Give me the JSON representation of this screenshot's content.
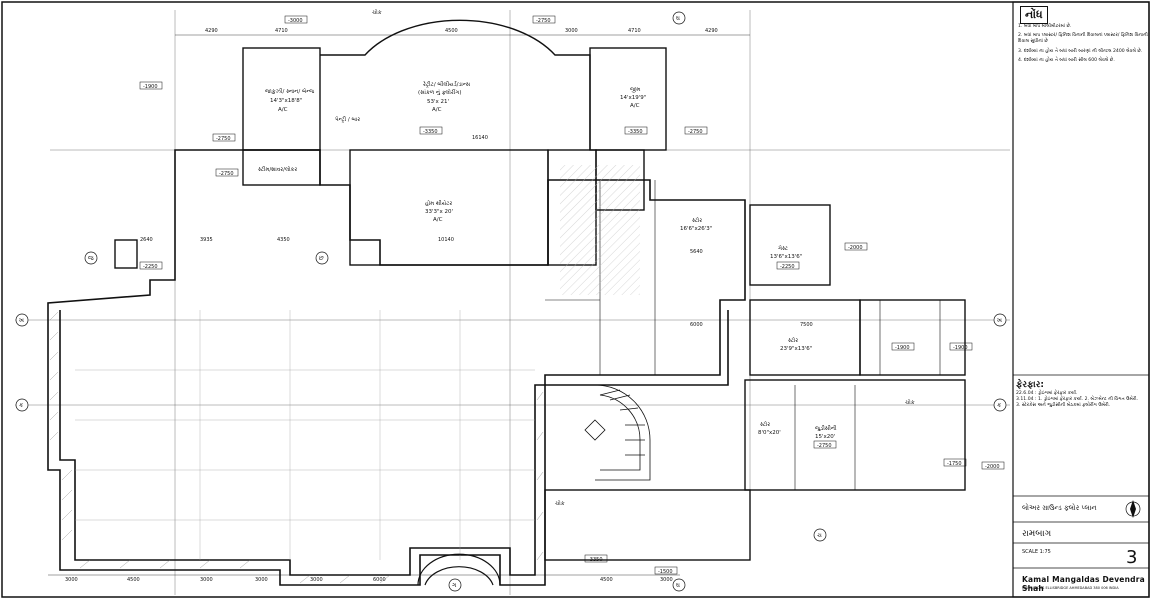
{
  "notes": {
    "title": "નોંધ",
    "items": [
      "1.  બધાં માપ મીલીમીટરમાં છે.",
      "2.  બધાં માપ પ્લાસ્ટર/ ફિનિશ વિનાની દિવાલનાં પ્લાસ્ટર/ ફિનિશ વિનાની દિવાલ સુધીનાં છે",
      "3.  દર્શાવ્યાં ના હોય તે બધાં બારી બારણાં ની લીન્ટલ 2400 લેવલે છે.",
      "4.  દર્શાવ્યાં ના હોય તે બધાં બારી સીલ 600 લેવલે છે."
    ]
  },
  "revisions": {
    "title": "ફેરફાર:",
    "items": [
      "22.6.04 : ડ્રોઇંગમાં ફેરફાર કર્યા.",
      "3.11.04 : 1. ડ્રોઇંગમાં ફેરફાર કર્યા. 2. બેઝમેન્ટ ની વિગત ઉમેરી.",
      "3. સ્ટેરકેસ અને જુડીસીની બેઠકમાં ફ્લોરીંગ ઉમેરી."
    ]
  },
  "title_block": {
    "sheet_title": "લોઅર ગ્રાઉન્ડ ફ્લોર પ્લાન",
    "project": "રામબાગ",
    "scale": "SCALE  1:75",
    "sheet_no": "3",
    "firm": "Kamal Mangaldas   Devendra Shah",
    "firm_sub": "MANGALDAS            ELLISBRIDGE                AHMEDABAD                   380 006                   INDIA"
  },
  "plan": {
    "rooms": [
      {
        "label": "ચોક",
        "ref": "top-court"
      },
      {
        "label": "જાકુઝી/ સ્નાન/ બેન્જ",
        "dim": "14'3\"x18'8\"",
        "ac": "A/C",
        "ref": "jacuzzi"
      },
      {
        "label": "રેટ્રીટ/ બીલીયર્ડ/ડાન્સ",
        "sub": "(સાંકળ નું ફ્લોરીંગ)",
        "dim": "53'x 21'",
        "ac": "A/C",
        "ref": "retreat"
      },
      {
        "label": "જીમ",
        "dim": "14'x19'9\"",
        "ac": "A/C",
        "ref": "gym"
      },
      {
        "label": "પેન્ટ્રી / બાર",
        "ref": "pantry"
      },
      {
        "label": "સ્ટીમ/શાવર/લોકર",
        "ref": "steam"
      },
      {
        "label": "હોમ થીયેટર",
        "dim": "33'3\"x 20'",
        "ac": "A/C",
        "ref": "theater"
      },
      {
        "label": "સ્ટોર",
        "dim": "16'6\"x26'3\"",
        "ref": "store-mid"
      },
      {
        "label": "ગેસ્ટ",
        "dim": "13'6\"x13'6\"",
        "ref": "guest"
      },
      {
        "label": "સ્ટોર",
        "dim": "23'9\"x13'6\"",
        "ref": "store-right"
      },
      {
        "label": "ચોક",
        "ref": "right-court"
      },
      {
        "label": "સ્ટોર",
        "dim": "8'0\"x20'",
        "ref": "store-low"
      },
      {
        "label": "જુડીસીની",
        "dim": "15'x20'",
        "ref": "judicial"
      },
      {
        "label": "ચોક",
        "ref": "bottom-court"
      }
    ],
    "levels": [
      "-3000",
      "-2750",
      "-1900",
      "-2750",
      "-2750",
      "-3350",
      "-3350",
      "-2750",
      "-2250",
      "-2000",
      "-2250",
      "-1900",
      "-1900",
      "-1750",
      "-2000",
      "-3350",
      "-1500",
      "-2750"
    ],
    "dimensions_top": [
      "4290",
      "4710",
      "4500",
      "3000",
      "4710",
      "4290"
    ],
    "dimensions_bottom": [
      "3000",
      "4500",
      "3000",
      "3000",
      "3000",
      "6000",
      "4500",
      "3000"
    ],
    "dimensions_mid": [
      "10140",
      "16140",
      "3935",
      "4350",
      "2640",
      "5640",
      "7500",
      "6000"
    ],
    "axis_markers": [
      "ક",
      "ખ",
      "ગ",
      "ઘ",
      "ચ",
      "છ",
      "જ"
    ]
  }
}
